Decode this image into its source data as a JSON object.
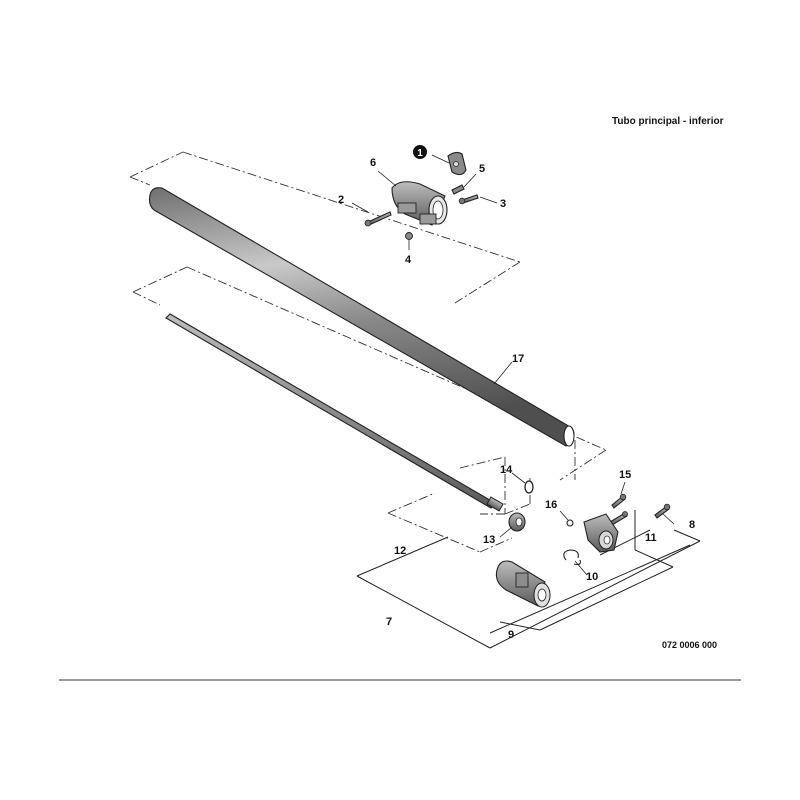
{
  "diagram": {
    "header": "Tubo principal - inferior",
    "drawing_number": "072 0006 000",
    "callout_marker": "1",
    "labels": {
      "p2": "2",
      "p3": "3",
      "p4": "4",
      "p5": "5",
      "p6": "6",
      "p7": "7",
      "p8": "8",
      "p9": "9",
      "p10": "10",
      "p11": "11",
      "p12": "12",
      "p13": "13",
      "p14": "14",
      "p15": "15",
      "p16": "16",
      "p17": "17"
    }
  }
}
